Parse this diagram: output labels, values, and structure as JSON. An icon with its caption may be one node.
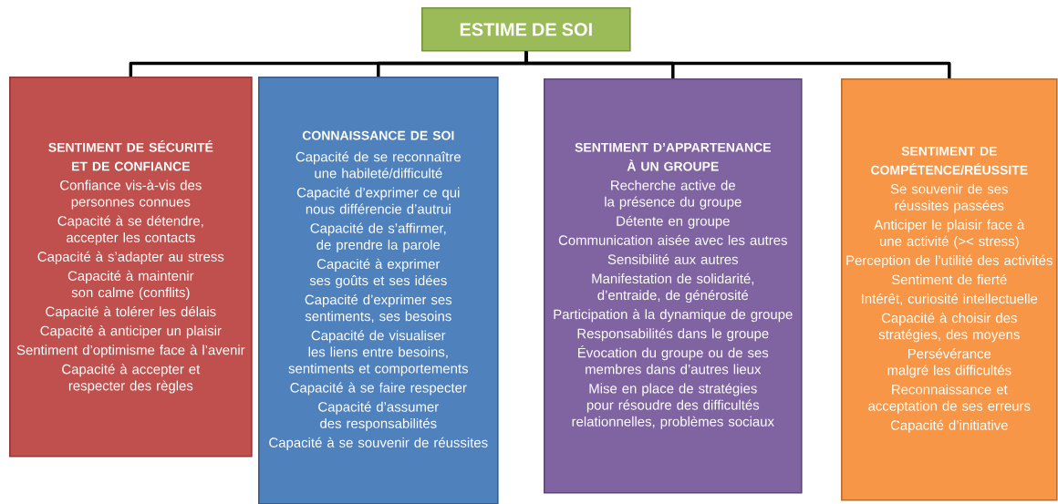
{
  "diagram": {
    "nodes": [
      {
        "text": [
          "ESTIME DE SOI"
        ]
      },
      {
        "text": [
          "SENTIMENT DE SÉCURITÉ ET DE CONFIANCE",
          "Confiance vis-à-vis des personnes connues",
          "Capacité à se détendre, accepter les contacts",
          "Capacité à s’adapter au stress",
          "Capacité à maintenir son calme (conflits)",
          "Capacité à tolérer les délais",
          "Capacité à anticiper un plaisir",
          "Sentiment d’optimisme face à l’avenir",
          "Capacité à accepter et respecter des règles"
        ]
      },
      {
        "text": [
          "CONNAISSANCE DE SOI",
          "Capacité de se reconnaître une habileté/difficulté",
          "Capacité d’exprimer ce qui nous différencie d’autrui",
          "Capacité de s’affirmer, de prendre la parole",
          "Capacité à exprimer ses goûts et ses idées",
          "Capacité d’exprimer ses sentiments, ses besoins",
          "Capacité de visualiser les liens entre besoins, sentiments et comportements",
          "Capacité à se faire respecter",
          "Capacité d’assumer des responsabilités",
          "Capacité à se souvenir de réussites"
        ]
      },
      {
        "text": [
          "SENTIMENT D’APPARTENANCE À UN GROUPE",
          "Recherche active de la présence du groupe",
          "Détente en groupe",
          "Communication aisée avec les autres",
          "Sensibilité aux autres",
          "Manifestation de solidarité, d’entraide, de générosité",
          "Participation à la dynamique de groupe",
          "Responsabilités dans le groupe",
          "Évocation du groupe ou de ses membres dans d’autres lieux",
          "Mise en place de stratégies pour résoudre des difficultés relationnelles, problèmes sociaux"
        ]
      },
      {
        "text": [
          "SENTIMENT DE COMPÉTENCE/RÉUSSITE",
          "Se souvenir de ses réussites passées",
          "Anticiper le plaisir face à une activité (>< stress)",
          "Perception de l’utilité des activités",
          "Sentiment de fierté",
          "Intérêt, curiosité intellectuelle",
          "Capacité à choisir des stratégies, des moyens",
          "Persévérance malgré les difficultés",
          "Reconnaissance et acceptation de ses erreurs",
          "Capacité d’initiative"
        ]
      }
    ],
    "edges": [
      {
        "from": 0,
        "to": 1,
        "arrow": "none"
      },
      {
        "from": 0,
        "to": 2,
        "arrow": "none"
      },
      {
        "from": 0,
        "to": 3,
        "arrow": "none"
      },
      {
        "from": 0,
        "to": 4,
        "arrow": "none"
      }
    ]
  }
}
